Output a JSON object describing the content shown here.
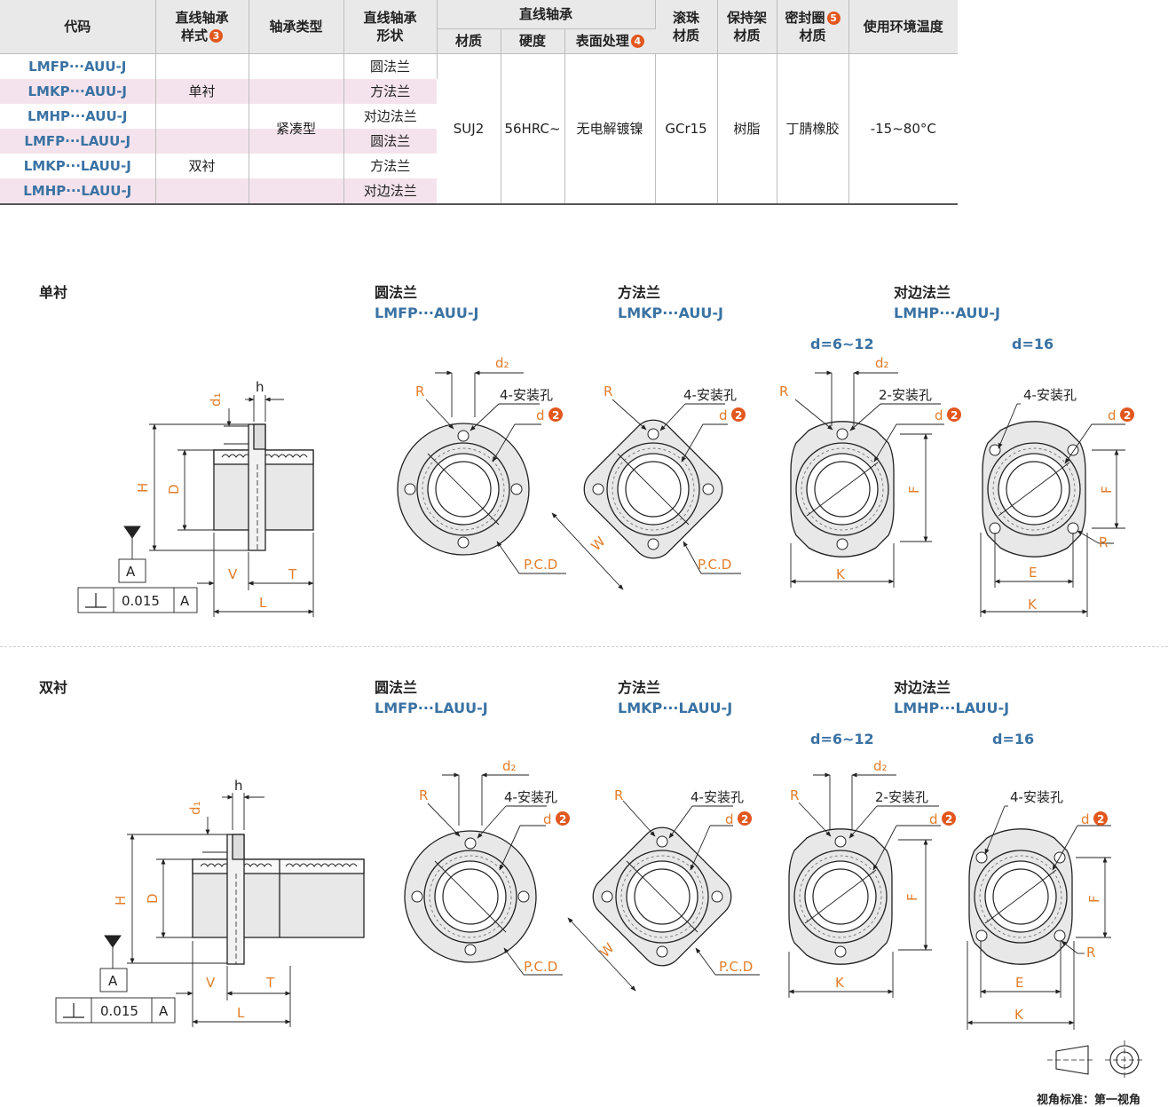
{
  "table": {
    "headers": {
      "code": "代码",
      "style_line1": "直线轴承",
      "style_line2": "样式",
      "style_badge": "3",
      "type": "轴承类型",
      "shape_line1": "直线轴承",
      "shape_line2": "形状",
      "bearing_group": "直线轴承",
      "material": "材质",
      "hardness": "硬度",
      "surface": "表面处理",
      "surface_badge": "4",
      "ball_line1": "滚珠",
      "ball_line2": "材质",
      "cage_line1": "保持架",
      "cage_line2": "材质",
      "seal_line1": "密封圈",
      "seal_line2": "材质",
      "seal_badge": "5",
      "temp": "使用环境温度"
    },
    "rows": [
      {
        "code": "LMFP···AUU-J",
        "shape": "圆法兰"
      },
      {
        "code": "LMKP···AUU-J",
        "shape": "方法兰"
      },
      {
        "code": "LMHP···AUU-J",
        "shape": "对边法兰"
      },
      {
        "code": "LMFP···LAUU-J",
        "shape": "圆法兰"
      },
      {
        "code": "LMKP···LAUU-J",
        "shape": "方法兰"
      },
      {
        "code": "LMHP···LAUU-J",
        "shape": "对边法兰"
      }
    ],
    "style_single": "单衬",
    "style_double": "双衬",
    "type_value": "紧凑型",
    "material": "SUJ2",
    "hardness": "56HRC~",
    "surface": "无电解镀镍",
    "ball": "GCr15",
    "cage": "树脂",
    "seal": "丁腈橡胶",
    "temp": "-15~80°C"
  },
  "single": {
    "title": "单衬",
    "round_title": "圆法兰",
    "round_code": "LMFP···AUU-J",
    "square_title": "方法兰",
    "square_code": "LMKP···AUU-J",
    "cut_title": "对边法兰",
    "cut_code": "LMHP···AUU-J",
    "d_small": "d=6~12",
    "d_large": "d=16"
  },
  "double": {
    "title": "双衬",
    "round_title": "圆法兰",
    "round_code": "LMFP···LAUU-J",
    "square_title": "方法兰",
    "square_code": "LMKP···LAUU-J",
    "cut_title": "对边法兰",
    "cut_code": "LMHP···LAUU-J",
    "d_small": "d=6~12",
    "d_large": "d=16"
  },
  "dims": {
    "h": "h",
    "d1": "d₁",
    "H": "H",
    "D": "D",
    "V": "V",
    "T": "T",
    "L": "L",
    "R": "R",
    "d2": "d₂",
    "d": "d",
    "d_badge": "2",
    "holes4": "4-安装孔",
    "holes2": "2-安装孔",
    "pcd": "P.C.D",
    "W": "W",
    "F": "F",
    "K": "K",
    "E": "E",
    "datum": "A",
    "tol": "0.015",
    "perp": "⊥"
  },
  "view_standard": "视角标准：第一视角",
  "colors": {
    "accent": "#e27d2a",
    "code_blue": "#3a72a3",
    "badge": "#e2571e",
    "pink": "#f4e3ec",
    "header_gray": "#e9e9e9"
  }
}
